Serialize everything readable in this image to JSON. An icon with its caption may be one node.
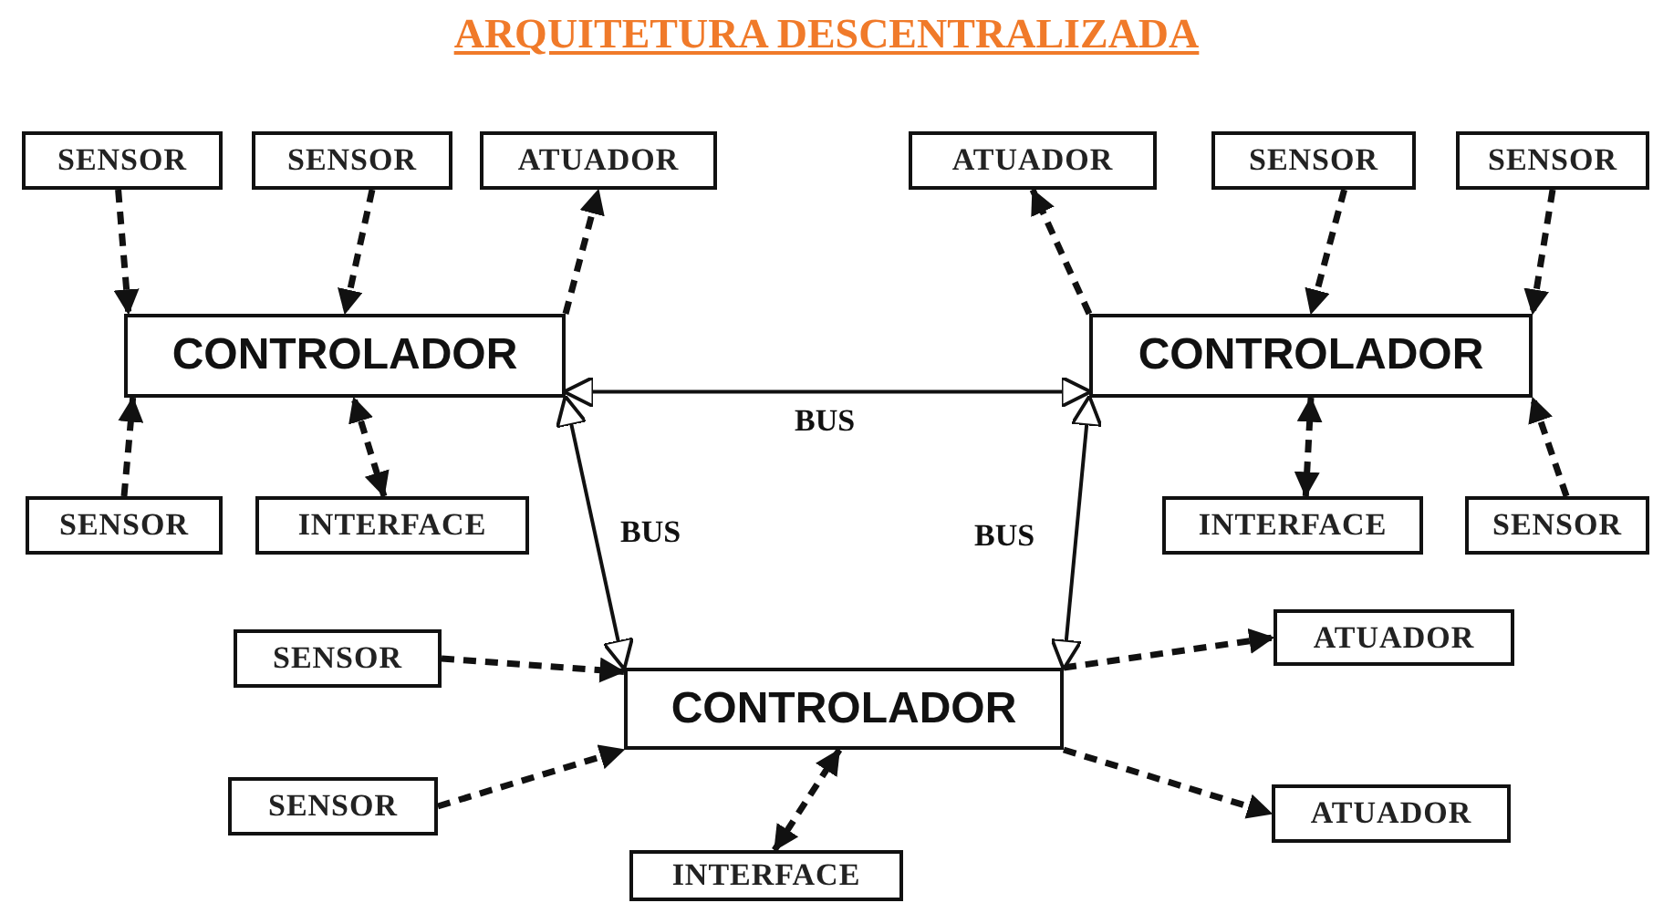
{
  "diagram": {
    "title": "ARQUITETURA DESCENTRALIZADA",
    "nodes": [
      {
        "text": [
          "SENSOR"
        ]
      },
      {
        "text": [
          "SENSOR"
        ]
      },
      {
        "text": [
          "ATUADOR"
        ]
      },
      {
        "text": [
          "CONTROLADOR"
        ]
      },
      {
        "text": [
          "SENSOR"
        ]
      },
      {
        "text": [
          "INTERFACE"
        ]
      },
      {
        "text": [
          "ATUADOR"
        ]
      },
      {
        "text": [
          "SENSOR"
        ]
      },
      {
        "text": [
          "SENSOR"
        ]
      },
      {
        "text": [
          "CONTROLADOR"
        ]
      },
      {
        "text": [
          "INTERFACE"
        ]
      },
      {
        "text": [
          "SENSOR"
        ]
      },
      {
        "text": [
          "SENSOR"
        ]
      },
      {
        "text": [
          "SENSOR"
        ]
      },
      {
        "text": [
          "CONTROLADOR"
        ]
      },
      {
        "text": [
          "ATUADOR"
        ]
      },
      {
        "text": [
          "ATUADOR"
        ]
      },
      {
        "text": [
          "INTERFACE"
        ]
      }
    ],
    "edges": [
      {
        "from": 0,
        "to": 3,
        "arrow": "to",
        "style": "dashed"
      },
      {
        "from": 1,
        "to": 3,
        "arrow": "to",
        "style": "dashed"
      },
      {
        "from": 3,
        "to": 2,
        "arrow": "to",
        "style": "dashed"
      },
      {
        "from": 4,
        "to": 3,
        "arrow": "to",
        "style": "dashed"
      },
      {
        "from": 5,
        "to": 3,
        "arrow": "both",
        "style": "dashed"
      },
      {
        "from": 9,
        "to": 6,
        "arrow": "to",
        "style": "dashed"
      },
      {
        "from": 7,
        "to": 9,
        "arrow": "to",
        "style": "dashed"
      },
      {
        "from": 8,
        "to": 9,
        "arrow": "to",
        "style": "dashed"
      },
      {
        "from": 10,
        "to": 9,
        "arrow": "both",
        "style": "dashed"
      },
      {
        "from": 11,
        "to": 9,
        "arrow": "to",
        "style": "dashed"
      },
      {
        "from": 12,
        "to": 14,
        "arrow": "to",
        "style": "dashed"
      },
      {
        "from": 13,
        "to": 14,
        "arrow": "to",
        "style": "dashed"
      },
      {
        "from": 14,
        "to": 15,
        "arrow": "to",
        "style": "dashed"
      },
      {
        "from": 14,
        "to": 16,
        "arrow": "to",
        "style": "dashed"
      },
      {
        "from": 17,
        "to": 14,
        "arrow": "both",
        "style": "dashed"
      },
      {
        "from": 3,
        "to": 9,
        "arrow": "both",
        "label": "BUS"
      },
      {
        "from": 3,
        "to": 14,
        "arrow": "both",
        "label": "BUS"
      },
      {
        "from": 9,
        "to": 14,
        "arrow": "both",
        "label": "BUS"
      }
    ]
  }
}
